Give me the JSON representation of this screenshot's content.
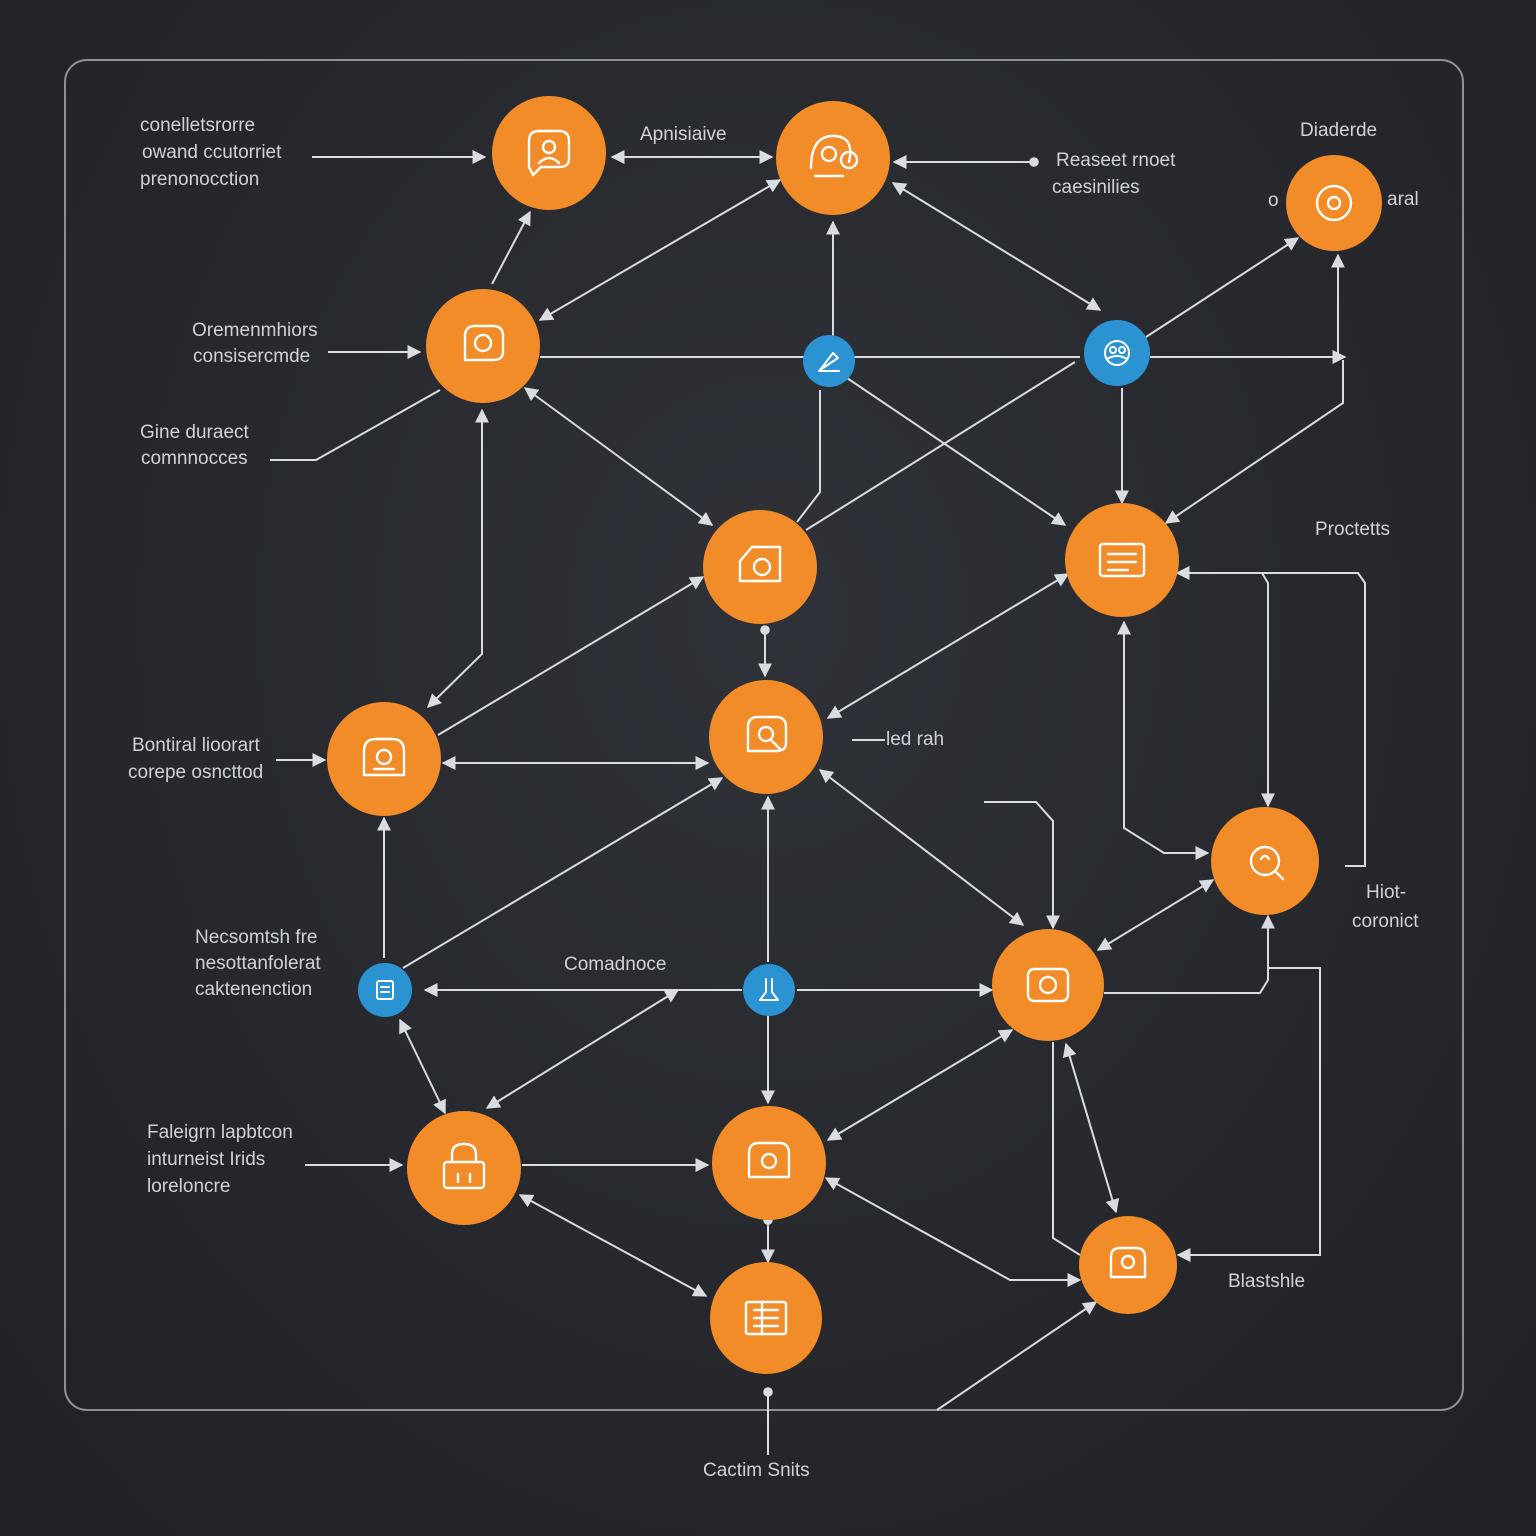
{
  "colors": {
    "background": "#25272c",
    "frame": "#8d9096",
    "edge": "#d9dce0",
    "orange": "#f28c28",
    "blue": "#2b93d1",
    "label": "#cfd3d9"
  },
  "labels": {
    "tl_1": "conelletsrorre",
    "tl_2": "owand ccutorriet",
    "tl_3": "prenonocction",
    "top_center": "Apnisiaive",
    "tr_1": "Reaseet rnoet",
    "tr_2": "caesinilies",
    "far_right_top": "Diaderde",
    "far_right_o": "o",
    "far_right_aral": "aral",
    "ml_1": "Oremenmhiors",
    "ml_2": "consisercmde",
    "gine_1": "Gine duraect",
    "gine_2": "comnnocces",
    "procteits": "Proctetts",
    "bon_1": "Bontiral lioorart",
    "bon_2": "corepe osncttod",
    "led": "led rah",
    "nec_1": "Necsomtsh fre",
    "nec_2": "nesottanfolerat",
    "nec_3": "caktenenction",
    "comma": "Comadnoce",
    "hiot_1": "Hiot-",
    "hiot_2": "coronict",
    "fal_1": "Faleigrn lapbtcon",
    "fal_2": "inturneist Irids",
    "fal_3": "loreloncre",
    "blast": "Blastshle",
    "bottom": "Cactim Snits"
  },
  "nodes": [
    {
      "id": "n-top-left",
      "icon": "person-speech-icon",
      "color": "orange"
    },
    {
      "id": "n-top-center",
      "icon": "person-search-icon",
      "color": "orange"
    },
    {
      "id": "n-top-right",
      "icon": "target-icon",
      "color": "orange"
    },
    {
      "id": "n-mid-left",
      "icon": "person-chat-icon",
      "color": "orange"
    },
    {
      "id": "n-blue-1",
      "icon": "tool-icon",
      "color": "blue"
    },
    {
      "id": "n-blue-2",
      "icon": "globe-people-icon",
      "color": "blue"
    },
    {
      "id": "n-center",
      "icon": "camera-icon",
      "color": "orange"
    },
    {
      "id": "n-right-doc",
      "icon": "document-icon",
      "color": "orange"
    },
    {
      "id": "n-left",
      "icon": "id-card-icon",
      "color": "orange"
    },
    {
      "id": "n-center-2",
      "icon": "person-search-icon",
      "color": "orange"
    },
    {
      "id": "n-right-2",
      "icon": "magnifier-icon",
      "color": "orange"
    },
    {
      "id": "n-blue-3",
      "icon": "document-icon",
      "color": "blue"
    },
    {
      "id": "n-blue-4",
      "icon": "flask-icon",
      "color": "blue"
    },
    {
      "id": "n-center-right",
      "icon": "camera-icon",
      "color": "orange"
    },
    {
      "id": "n-bottom-left",
      "icon": "lock-icon",
      "color": "orange"
    },
    {
      "id": "n-bottom-center",
      "icon": "person-icon",
      "color": "orange"
    },
    {
      "id": "n-bottom-right",
      "icon": "person-speech-icon",
      "color": "orange"
    },
    {
      "id": "n-bottom",
      "icon": "calendar-icon",
      "color": "orange"
    }
  ]
}
